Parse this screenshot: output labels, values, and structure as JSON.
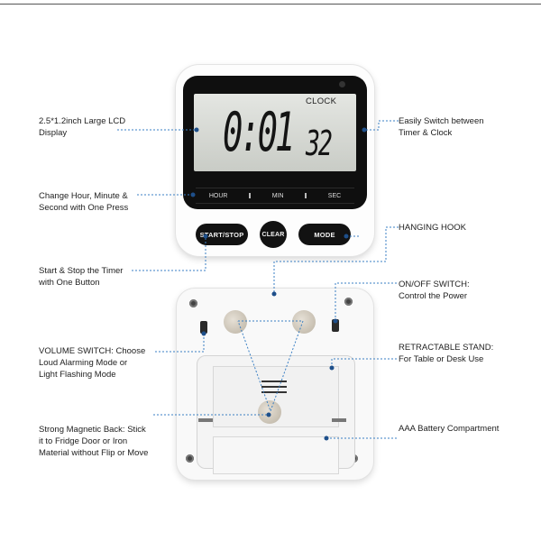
{
  "display": {
    "mode_label": "CLOCK",
    "time_main": "0:01",
    "time_seconds": "32",
    "select_keys": [
      "HOUR",
      "MIN",
      "SEC"
    ]
  },
  "buttons": {
    "start_stop": "START/STOP",
    "clear": "CLEAR",
    "mode": "MODE"
  },
  "callouts": {
    "lcd": "2.5*1.2inch Large LCD\nDisplay",
    "switch_mode": "Easily Switch between\nTimer & Clock",
    "change_time": "Change Hour, Minute &\nSecond with One Press",
    "hanging_hook": "HANGING HOOK",
    "start_stop": "Start & Stop the Timer\nwith One Button",
    "on_off": "ON/OFF SWITCH:\nControl the Power",
    "volume": "VOLUME SWITCH: Choose\nLoud Alarming Mode or\nLight Flashing Mode",
    "stand": "RETRACTABLE STAND:\nFor Table or Desk Use",
    "magnetic": "Strong Magnetic Back: Stick\nit to Fridge Door or Iron\nMaterial without Flip or Move",
    "battery": "AAA Battery Compartment"
  },
  "colors": {
    "leader": "#3a7fc4",
    "leader_dot": "#1e4f8a",
    "button": "#121212",
    "lcd": "#d6d8d3"
  }
}
